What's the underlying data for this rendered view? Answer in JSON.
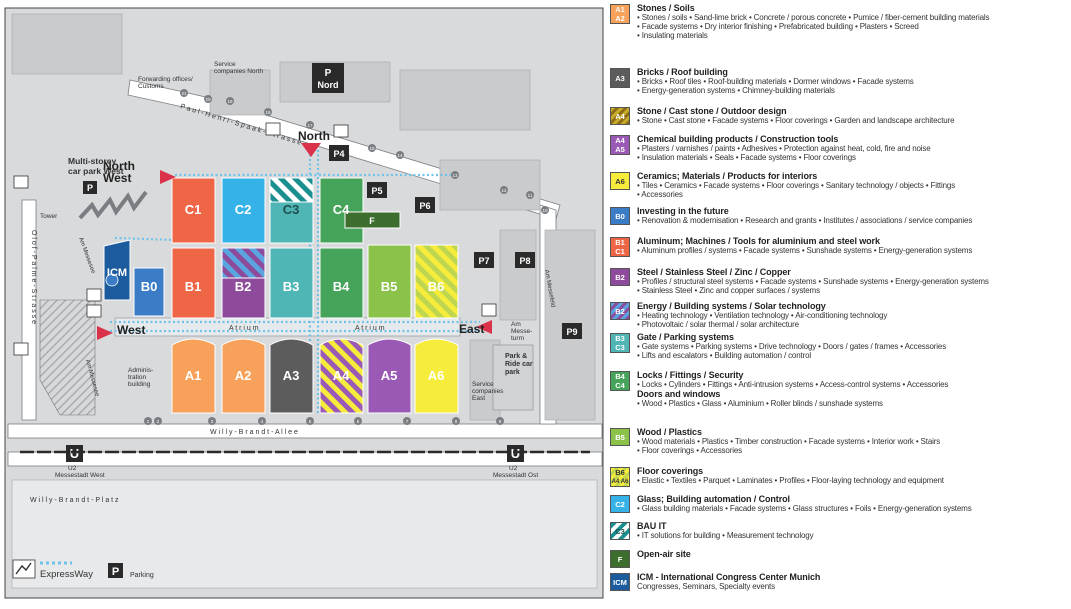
{
  "colors": {
    "A1A2": "#f7a15a",
    "A3": "#5c5c5c",
    "A4": "#c9ab2a",
    "A4A5": "#9b59b6",
    "A6": "#f6ec3b",
    "B0": "#3b7cc6",
    "B1C1": "#ef6647",
    "B2": "#8e4b9c",
    "B2stripe": "#5aa4e0",
    "B3C3": "#4fb6b5",
    "B4C4": "#46a35a",
    "B5": "#8bc34a",
    "B6stripe": "#bfd74f",
    "C2": "#35b3e9",
    "C3stripe": "#1a8f8f",
    "F": "#3e6e2e",
    "ICM": "#1c5c9e",
    "parking": "#2a2a2a",
    "arrow": "#d9324a",
    "expressway": "#6fc3e8"
  },
  "map": {
    "halls": {
      "C1": "C1",
      "C2": "C2",
      "C3": "C3",
      "C4": "C4",
      "B0": "B0",
      "B1": "B1",
      "B2": "B2",
      "B3": "B3",
      "B4": "B4",
      "B5": "B5",
      "B6": "B6",
      "A1": "A1",
      "A2": "A2",
      "A3": "A3",
      "A4": "A4",
      "A5": "A5",
      "A6": "A6",
      "F": "F",
      "ICM": "ICM"
    },
    "parking": {
      "P_nord": "P",
      "nord_label": "Nord",
      "P4": "P4",
      "P5": "P5",
      "P6": "P6",
      "P7": "P7",
      "P8": "P8",
      "P9": "P9"
    },
    "entrances": {
      "north": "North",
      "north_west_1": "North",
      "north_west_2": "West",
      "west": "West",
      "east": "East"
    },
    "labels": {
      "service_north_1": "Service",
      "service_north_2": "companies North",
      "forwarding_1": "Forwarding offices/",
      "forwarding_2": "Customs",
      "multistorey_1": "Multi-storey",
      "multistorey_2": "car park West",
      "tower": "Tower",
      "admin_1": "Adminis-",
      "admin_2": "tration",
      "admin_3": "building",
      "service_east_1": "Service",
      "service_east_2": "companies",
      "service_east_3": "East",
      "park_ride_1": "Park &",
      "park_ride_2": "Ride car",
      "park_ride_3": "park",
      "am_messeturm_1": "Am",
      "am_messeturm_2": "Messe-",
      "am_messeturm_3": "turm",
      "atrium": "A t r i u m",
      "street_paul": "P a u l - H e n r i - S p a a k - S t r a s s e",
      "street_willy": "W i l l y - B r a n d t - A l l e e",
      "street_olof": "O l o f - P a l m e - S t r a s s e",
      "street_am_messesee": "Am Messesee",
      "street_am_messefeld": "Am Messefeld",
      "street_am_messesee_2": "Am Messesee",
      "u2_west_1": "U2",
      "u2_west_2": "Messestadt West",
      "u2_east_1": "U2",
      "u2_east_2": "Messestadt Ost",
      "platz": "W i l l y - B r a n d t - P l a t z",
      "u": "U",
      "legend_expressway": "ExpressWay",
      "legend_parking": "Parking",
      "legend_p": "P"
    },
    "gate_numbers": [
      "1",
      "2",
      "3",
      "4",
      "5",
      "6",
      "7",
      "8",
      "9",
      "10",
      "11",
      "12",
      "13",
      "14",
      "15",
      "16",
      "17",
      "18",
      "19",
      "20",
      "21"
    ]
  },
  "legend": [
    {
      "badge": [
        "A1",
        "A2"
      ],
      "title": "Stones / Soils",
      "lines": [
        "• Stones / soils • Sand-lime brick • Concrete / porous concrete • Pumice / fiber-cement building materials",
        "• Facade systems • Dry interior finishing • Prefabricated building • Plasters • Screed",
        "• Insulating materials"
      ]
    },
    {
      "badge": [
        "A3"
      ],
      "title": "Bricks / Roof building",
      "lines": [
        "• Bricks • Roof tiles • Roof-building materials • Dormer windows • Facade systems",
        "• Energy-generation systems • Chimney-building materials"
      ]
    },
    {
      "badge": [
        "A4"
      ],
      "title": "Stone / Cast stone / Outdoor design",
      "lines": [
        "• Stone • Cast stone • Facade systems • Floor coverings • Garden and landscape architecture"
      ]
    },
    {
      "badge": [
        "A4",
        "A5"
      ],
      "title": "Chemical building products / Construction tools",
      "lines": [
        "• Plasters / varnishes / paints • Adhesives • Protection against heat, cold, fire and noise",
        "• Insulation materials • Seals • Facade systems • Floor coverings"
      ]
    },
    {
      "badge": [
        "A6"
      ],
      "title": "Ceramics; Materials / Products for interiors",
      "lines": [
        "• Tiles • Ceramics • Facade systems • Floor coverings • Sanitary technology / objects • Fittings",
        "• Accessories"
      ]
    },
    {
      "badge": [
        "B0"
      ],
      "title": "Investing in the future",
      "lines": [
        "• Renovation & modernisation • Research and grants • Institutes / associations / service companies"
      ]
    },
    {
      "badge": [
        "B1",
        "C1"
      ],
      "title": "Aluminum; Machines / Tools for aluminium and steel work",
      "lines": [
        "• Aluminum profiles / systems • Facade systems • Sunshade systems • Energy-generation systems"
      ]
    },
    {
      "badge": [
        "B2"
      ],
      "title": "Steel / Stainless Steel / Zinc / Copper",
      "lines": [
        "• Profiles / structural steel systems • Facade systems • Sunshade systems • Energy-generation systems",
        "• Stainless Steel • Zinc and copper surfaces / systems"
      ]
    },
    {
      "badge": [
        "B2"
      ],
      "title": "Energy / Building systems / Solar technology",
      "lines": [
        "• Heating technology • Ventilation technology • Air-conditioning technology",
        "• Photovoltaic / solar thermal / solar architecture"
      ]
    },
    {
      "badge": [
        "B3",
        "C3"
      ],
      "title": "Gate / Parking systems",
      "lines": [
        "• Gate systems • Parking systems • Drive technology • Doors / gates / frames • Accessories",
        "• Lifts and escalators • Building automation / control"
      ]
    },
    {
      "badge": [
        "B4",
        "C4"
      ],
      "title": "Locks / Fittings / Security",
      "lines": [
        "• Locks • Cylinders • Fittings • Anti-intrusion systems • Access-control systems • Accessories"
      ],
      "title2": "Doors and windows",
      "lines2": [
        "• Wood • Plastics • Glass • Aluminium • Roller blinds / sunshade systems"
      ]
    },
    {
      "badge": [
        "B5"
      ],
      "title": "Wood / Plastics",
      "lines": [
        "• Wood materials • Plastics • Timber construction • Facade systems • Interior work • Stairs",
        "• Floor coverings • Accessories"
      ]
    },
    {
      "badge": [
        "B6",
        "A4 A6"
      ],
      "title": "Floor coverings",
      "lines": [
        "• Elastic • Textiles • Parquet • Laminates • Profiles • Floor-laying technology and equipment"
      ]
    },
    {
      "badge": [
        "C2"
      ],
      "title": "Glass; Building automation / Control",
      "lines": [
        "• Glass building materials • Facade systems • Glass structures • Foils • Energy-generation systems"
      ]
    },
    {
      "badge": [
        "C3"
      ],
      "title": "BAU IT",
      "lines": [
        "• IT solutions for building • Measurement technology"
      ]
    },
    {
      "badge": [
        "F"
      ],
      "title": "Open-air site",
      "lines": []
    },
    {
      "badge": [
        "ICM"
      ],
      "title": "ICM - International Congress Center Munich",
      "lines": [
        "Congresses, Seminars, Specialty events"
      ]
    }
  ]
}
